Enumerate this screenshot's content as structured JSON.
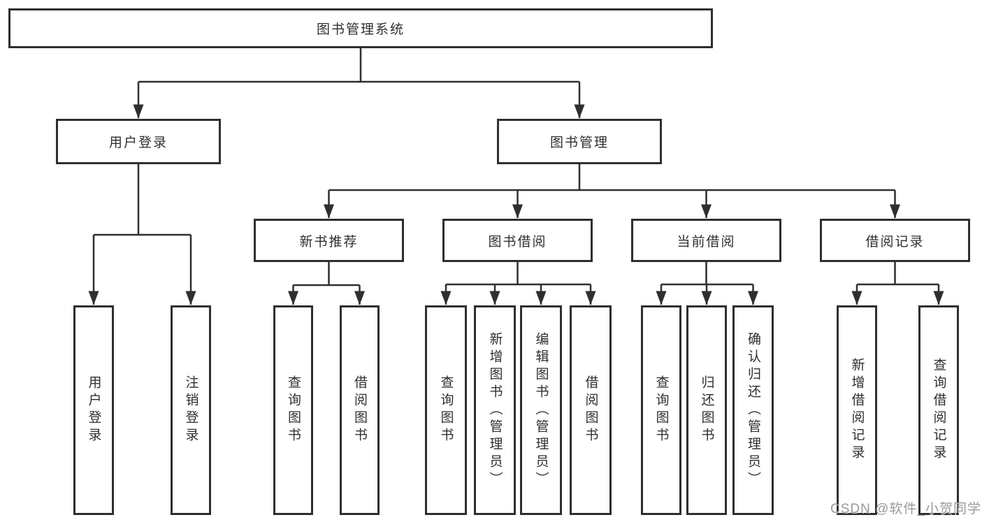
{
  "tree": {
    "label": "图书管理系统",
    "children": [
      {
        "label": "用户登录",
        "children": [
          {
            "label": "用户登录"
          },
          {
            "label": "注销登录"
          }
        ]
      },
      {
        "label": "图书管理",
        "children": [
          {
            "label": "新书推荐",
            "children": [
              {
                "label": "查询图书"
              },
              {
                "label": "借阅图书"
              }
            ]
          },
          {
            "label": "图书借阅",
            "children": [
              {
                "label": "查询图书"
              },
              {
                "label": "新增图书（管理员）"
              },
              {
                "label": "编辑图书（管理员）"
              },
              {
                "label": "借阅图书"
              }
            ]
          },
          {
            "label": "当前借阅",
            "children": [
              {
                "label": "查询图书"
              },
              {
                "label": "归还图书"
              },
              {
                "label": "确认归还（管理员）"
              }
            ]
          },
          {
            "label": "借阅记录",
            "children": [
              {
                "label": "新增借阅记录"
              },
              {
                "label": "查询借阅记录"
              }
            ]
          }
        ]
      }
    ]
  },
  "watermark": {
    "text": "CSDN @软件_小贺同学"
  },
  "colors": {
    "line": "#2f2f2f",
    "box_border": "#2f2f2f",
    "box_background": "#ffffff",
    "text": "#2f2f2f",
    "page_background": "#ffffff",
    "watermark": "#8f8f8f"
  }
}
